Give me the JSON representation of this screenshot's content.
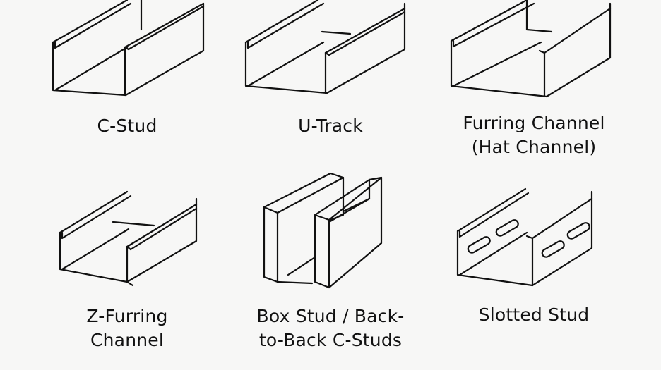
{
  "profiles": [
    {
      "id": "c-stud",
      "lines": [
        "C-Stud"
      ]
    },
    {
      "id": "u-track",
      "lines": [
        "U-Track"
      ]
    },
    {
      "id": "furring-channel",
      "lines": [
        "Furring Channel",
        "(Hat Channel)"
      ]
    },
    {
      "id": "z-furring-channel",
      "lines": [
        "Z-Furring",
        "Channel"
      ]
    },
    {
      "id": "box-stud",
      "lines": [
        "Box Stud / Back-",
        "to-Back C-Studs"
      ]
    },
    {
      "id": "slotted-stud",
      "lines": [
        "Slotted Stud"
      ]
    }
  ],
  "colors": {
    "background": "#f7f7f6",
    "ink": "#111111"
  }
}
